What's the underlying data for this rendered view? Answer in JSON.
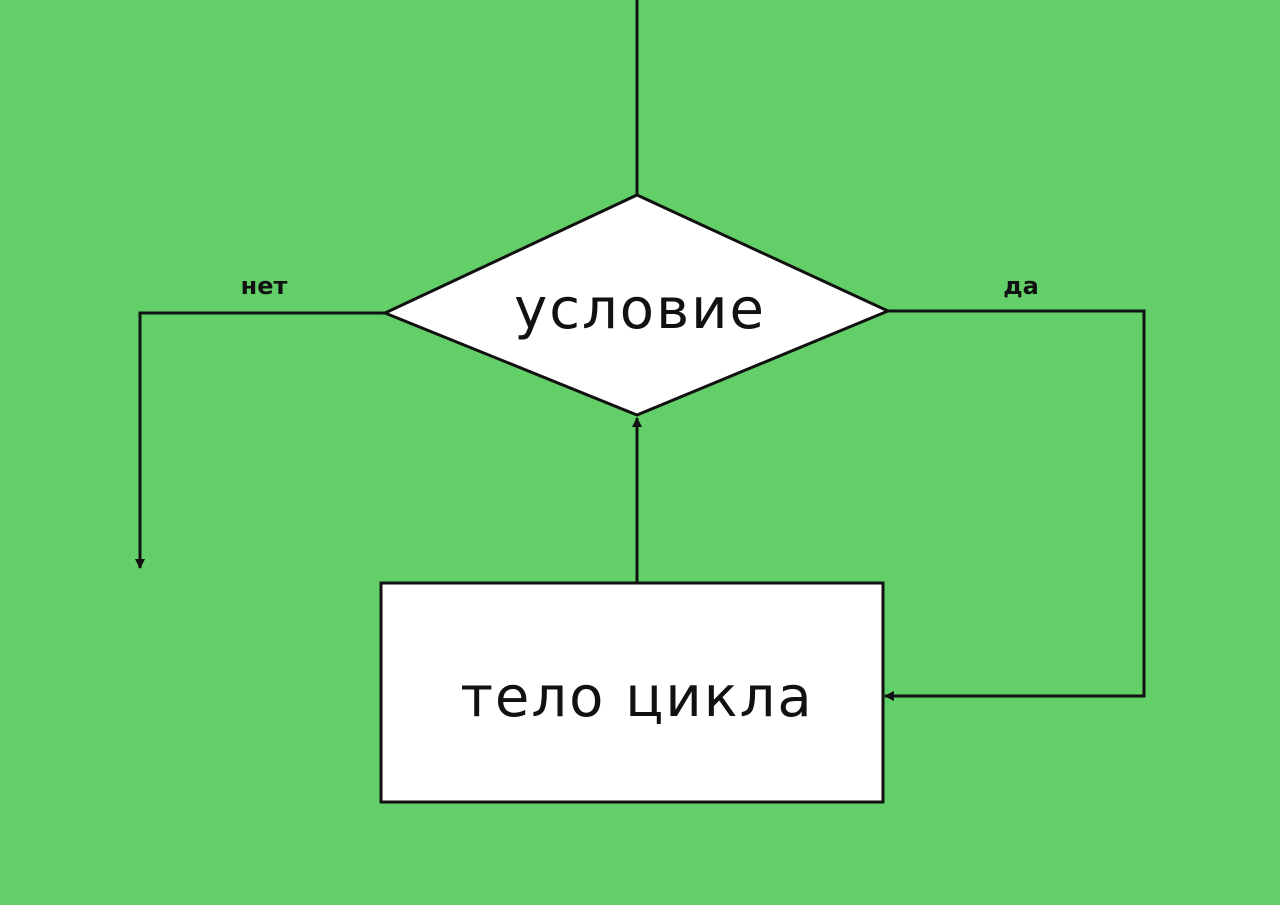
{
  "colors": {
    "background": "#63cf68",
    "node_fill": "#ffffff",
    "stroke": "#111111",
    "text": "#111111"
  },
  "nodes": {
    "condition": {
      "shape": "diamond",
      "label": "условие"
    },
    "loop_body": {
      "shape": "rectangle",
      "label": "тело цикла"
    }
  },
  "edges": {
    "no_branch": {
      "label": "нет",
      "from": "condition",
      "direction": "exit"
    },
    "yes_branch": {
      "label": "да",
      "from": "condition",
      "to": "loop_body"
    },
    "loop_back": {
      "from": "loop_body",
      "to": "condition"
    },
    "entry": {
      "to": "condition"
    }
  }
}
